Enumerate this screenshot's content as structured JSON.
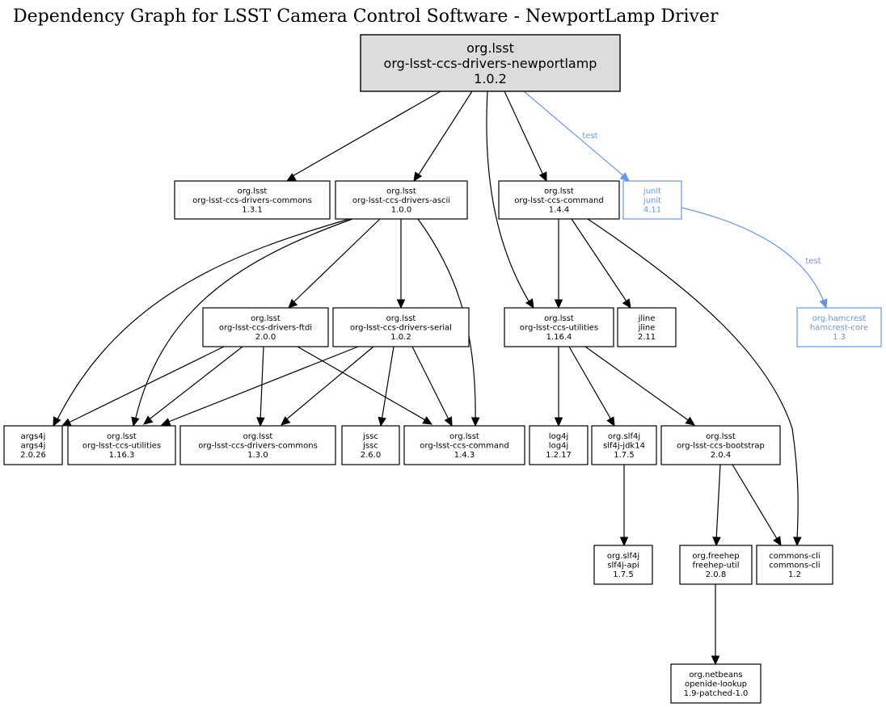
{
  "title": "Dependency Graph for LSST Camera Control Software - NewportLamp Driver",
  "colors": {
    "default": "#000000",
    "test": "#6495ed",
    "root_fill": "#dcdcdc"
  },
  "nodes": [
    {
      "id": "newportlamp",
      "group": "org.lsst",
      "artifact": "org-lsst-ccs-drivers-newportlamp",
      "version": "1.0.2",
      "kind": "root"
    },
    {
      "id": "commons131",
      "group": "org.lsst",
      "artifact": "org-lsst-ccs-drivers-commons",
      "version": "1.3.1",
      "kind": "normal"
    },
    {
      "id": "ascii",
      "group": "org.lsst",
      "artifact": "org-lsst-ccs-drivers-ascii",
      "version": "1.0.0",
      "kind": "normal"
    },
    {
      "id": "command144",
      "group": "org.lsst",
      "artifact": "org-lsst-ccs-command",
      "version": "1.4.4",
      "kind": "normal"
    },
    {
      "id": "junit",
      "group": "junit",
      "artifact": "junit",
      "version": "4.11",
      "kind": "test"
    },
    {
      "id": "ftdi",
      "group": "org.lsst",
      "artifact": "org-lsst-ccs-drivers-ftdi",
      "version": "2.0.0",
      "kind": "normal"
    },
    {
      "id": "serial",
      "group": "org.lsst",
      "artifact": "org-lsst-ccs-drivers-serial",
      "version": "1.0.2",
      "kind": "normal"
    },
    {
      "id": "utilities1164",
      "group": "org.lsst",
      "artifact": "org-lsst-ccs-utilities",
      "version": "1.16.4",
      "kind": "normal"
    },
    {
      "id": "jline",
      "group": "jline",
      "artifact": "jline",
      "version": "2.11",
      "kind": "normal"
    },
    {
      "id": "hamcrest",
      "group": "org.hamcrest",
      "artifact": "hamcrest-core",
      "version": "1.3",
      "kind": "test"
    },
    {
      "id": "args4j",
      "group": "args4j",
      "artifact": "args4j",
      "version": "2.0.26",
      "kind": "normal"
    },
    {
      "id": "utilities1163",
      "group": "org.lsst",
      "artifact": "org-lsst-ccs-utilities",
      "version": "1.16.3",
      "kind": "normal"
    },
    {
      "id": "commons130",
      "group": "org.lsst",
      "artifact": "org-lsst-ccs-drivers-commons",
      "version": "1.3.0",
      "kind": "normal"
    },
    {
      "id": "jssc",
      "group": "jssc",
      "artifact": "jssc",
      "version": "2.6.0",
      "kind": "normal"
    },
    {
      "id": "command143",
      "group": "org.lsst",
      "artifact": "org-lsst-ccs-command",
      "version": "1.4.3",
      "kind": "normal"
    },
    {
      "id": "log4j",
      "group": "log4j",
      "artifact": "log4j",
      "version": "1.2.17",
      "kind": "normal"
    },
    {
      "id": "slf4jjdk14",
      "group": "org.slf4j",
      "artifact": "slf4j-jdk14",
      "version": "1.7.5",
      "kind": "normal"
    },
    {
      "id": "bootstrap",
      "group": "org.lsst",
      "artifact": "org-lsst-ccs-bootstrap",
      "version": "2.0.4",
      "kind": "normal"
    },
    {
      "id": "slf4japi",
      "group": "org.slf4j",
      "artifact": "slf4j-api",
      "version": "1.7.5",
      "kind": "normal"
    },
    {
      "id": "freehep",
      "group": "org.freehep",
      "artifact": "freehep-util",
      "version": "2.0.8",
      "kind": "normal"
    },
    {
      "id": "commonscli",
      "group": "commons-cli",
      "artifact": "commons-cli",
      "version": "1.2",
      "kind": "normal"
    },
    {
      "id": "openide",
      "group": "org.netbeans",
      "artifact": "openide-lookup",
      "version": "1.9-patched-1.0",
      "kind": "normal"
    }
  ],
  "edges": [
    {
      "from": "newportlamp",
      "to": "commons131",
      "scope": "compile",
      "label": ""
    },
    {
      "from": "newportlamp",
      "to": "ascii",
      "scope": "compile",
      "label": ""
    },
    {
      "from": "newportlamp",
      "to": "utilities1164",
      "scope": "compile",
      "label": ""
    },
    {
      "from": "newportlamp",
      "to": "command144",
      "scope": "compile",
      "label": ""
    },
    {
      "from": "newportlamp",
      "to": "junit",
      "scope": "test",
      "label": "test"
    },
    {
      "from": "ascii",
      "to": "args4j",
      "scope": "compile",
      "label": ""
    },
    {
      "from": "ascii",
      "to": "utilities1163",
      "scope": "compile",
      "label": ""
    },
    {
      "from": "ascii",
      "to": "ftdi",
      "scope": "compile",
      "label": ""
    },
    {
      "from": "ascii",
      "to": "serial",
      "scope": "compile",
      "label": ""
    },
    {
      "from": "ascii",
      "to": "command143",
      "scope": "compile",
      "label": ""
    },
    {
      "from": "command144",
      "to": "utilities1164",
      "scope": "compile",
      "label": ""
    },
    {
      "from": "command144",
      "to": "jline",
      "scope": "compile",
      "label": ""
    },
    {
      "from": "command144",
      "to": "commonscli",
      "scope": "compile",
      "label": ""
    },
    {
      "from": "junit",
      "to": "hamcrest",
      "scope": "test",
      "label": "test"
    },
    {
      "from": "ftdi",
      "to": "args4j",
      "scope": "compile",
      "label": ""
    },
    {
      "from": "ftdi",
      "to": "utilities1163",
      "scope": "compile",
      "label": ""
    },
    {
      "from": "ftdi",
      "to": "commons130",
      "scope": "compile",
      "label": ""
    },
    {
      "from": "ftdi",
      "to": "command143",
      "scope": "compile",
      "label": ""
    },
    {
      "from": "serial",
      "to": "utilities1163",
      "scope": "compile",
      "label": ""
    },
    {
      "from": "serial",
      "to": "commons130",
      "scope": "compile",
      "label": ""
    },
    {
      "from": "serial",
      "to": "jssc",
      "scope": "compile",
      "label": ""
    },
    {
      "from": "serial",
      "to": "command143",
      "scope": "compile",
      "label": ""
    },
    {
      "from": "utilities1164",
      "to": "log4j",
      "scope": "compile",
      "label": ""
    },
    {
      "from": "utilities1164",
      "to": "slf4jjdk14",
      "scope": "compile",
      "label": ""
    },
    {
      "from": "utilities1164",
      "to": "bootstrap",
      "scope": "compile",
      "label": ""
    },
    {
      "from": "slf4jjdk14",
      "to": "slf4japi",
      "scope": "compile",
      "label": ""
    },
    {
      "from": "bootstrap",
      "to": "freehep",
      "scope": "compile",
      "label": ""
    },
    {
      "from": "bootstrap",
      "to": "commonscli",
      "scope": "compile",
      "label": ""
    },
    {
      "from": "freehep",
      "to": "openide",
      "scope": "compile",
      "label": ""
    }
  ]
}
